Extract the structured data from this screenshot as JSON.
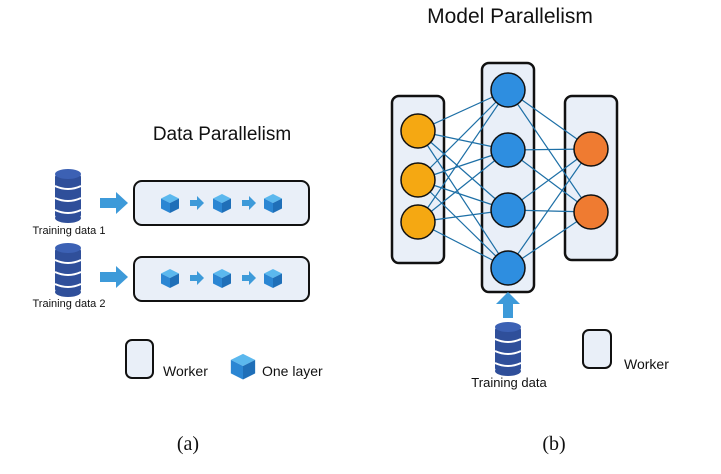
{
  "panel_a": {
    "title": "Data Parallelism",
    "rows": [
      {
        "label": "Training data 1"
      },
      {
        "label": "Training data 2"
      }
    ],
    "legend": {
      "worker_label": "Worker",
      "layer_label": "One layer"
    },
    "caption": "(a)"
  },
  "panel_b": {
    "title": "Model Parallelism",
    "input_label": "Training data",
    "legend": {
      "worker_label": "Worker"
    },
    "caption": "(b)",
    "layers": [
      {
        "neurons": 3,
        "color": "#f5a812"
      },
      {
        "neurons": 4,
        "color": "#2e8ee0"
      },
      {
        "neurons": 2,
        "color": "#ef7b31"
      }
    ]
  },
  "colors": {
    "worker_fill": "#e9eff8",
    "arrow": "#3d9ad9",
    "edge": "#1d6fa6",
    "database": "#2f4f9a",
    "cube_top": "#5bb8ee",
    "cube_left": "#2b86d3",
    "cube_right": "#1f6fb8"
  }
}
